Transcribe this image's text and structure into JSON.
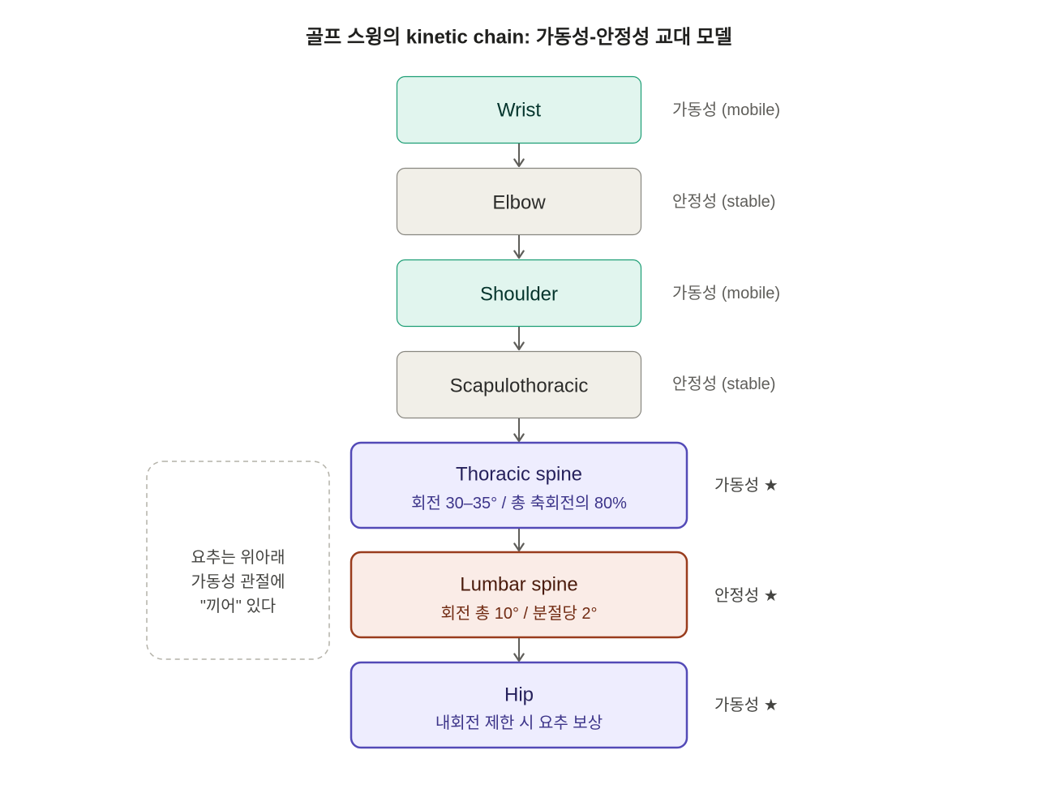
{
  "title": "골프 스윙의 kinetic chain: 가동성-안정성 교대 모델",
  "chain": [
    {
      "name": "Wrist",
      "role": "가동성 (mobile)"
    },
    {
      "name": "Elbow",
      "role": "안정성 (stable)"
    },
    {
      "name": "Shoulder",
      "role": "가동성 (mobile)"
    },
    {
      "name": "Scapulothoracic",
      "role": "안정성 (stable)"
    },
    {
      "name": "Thoracic spine",
      "detail": "회전 30–35° / 총 축회전의 80%",
      "role": "가동성 ★"
    },
    {
      "name": "Lumbar spine",
      "detail": "회전 총 10° / 분절당 2°",
      "role": "안정성 ★"
    },
    {
      "name": "Hip",
      "detail": "내회전 제한 시 요추 보상",
      "role": "가동성 ★"
    }
  ],
  "note": [
    "요추는 위아래",
    "가동성 관절에",
    "\"끼어\" 있다"
  ],
  "palette": {
    "mobile_fill": "#e1f5ee",
    "mobile_stroke": "#1d9e75",
    "mobile_text": "#04342c",
    "stable_fill": "#f1efe8",
    "stable_stroke": "#888780",
    "stable_text": "#2c2c2a",
    "key_mobile_fill": "#eeedfe",
    "key_mobile_stroke": "#534ab7",
    "key_mobile_text": "#26215c",
    "key_mobile_sub": "#3c3489",
    "lumbar_fill": "#faece7",
    "lumbar_stroke": "#993c1d",
    "lumbar_text": "#4a1b0c",
    "lumbar_sub": "#712b13",
    "label": "#5f5e5a",
    "key_label": "#444441",
    "arrow": "#5f5e5a",
    "note_border": "#b4b2a9",
    "note_text": "#444441"
  }
}
